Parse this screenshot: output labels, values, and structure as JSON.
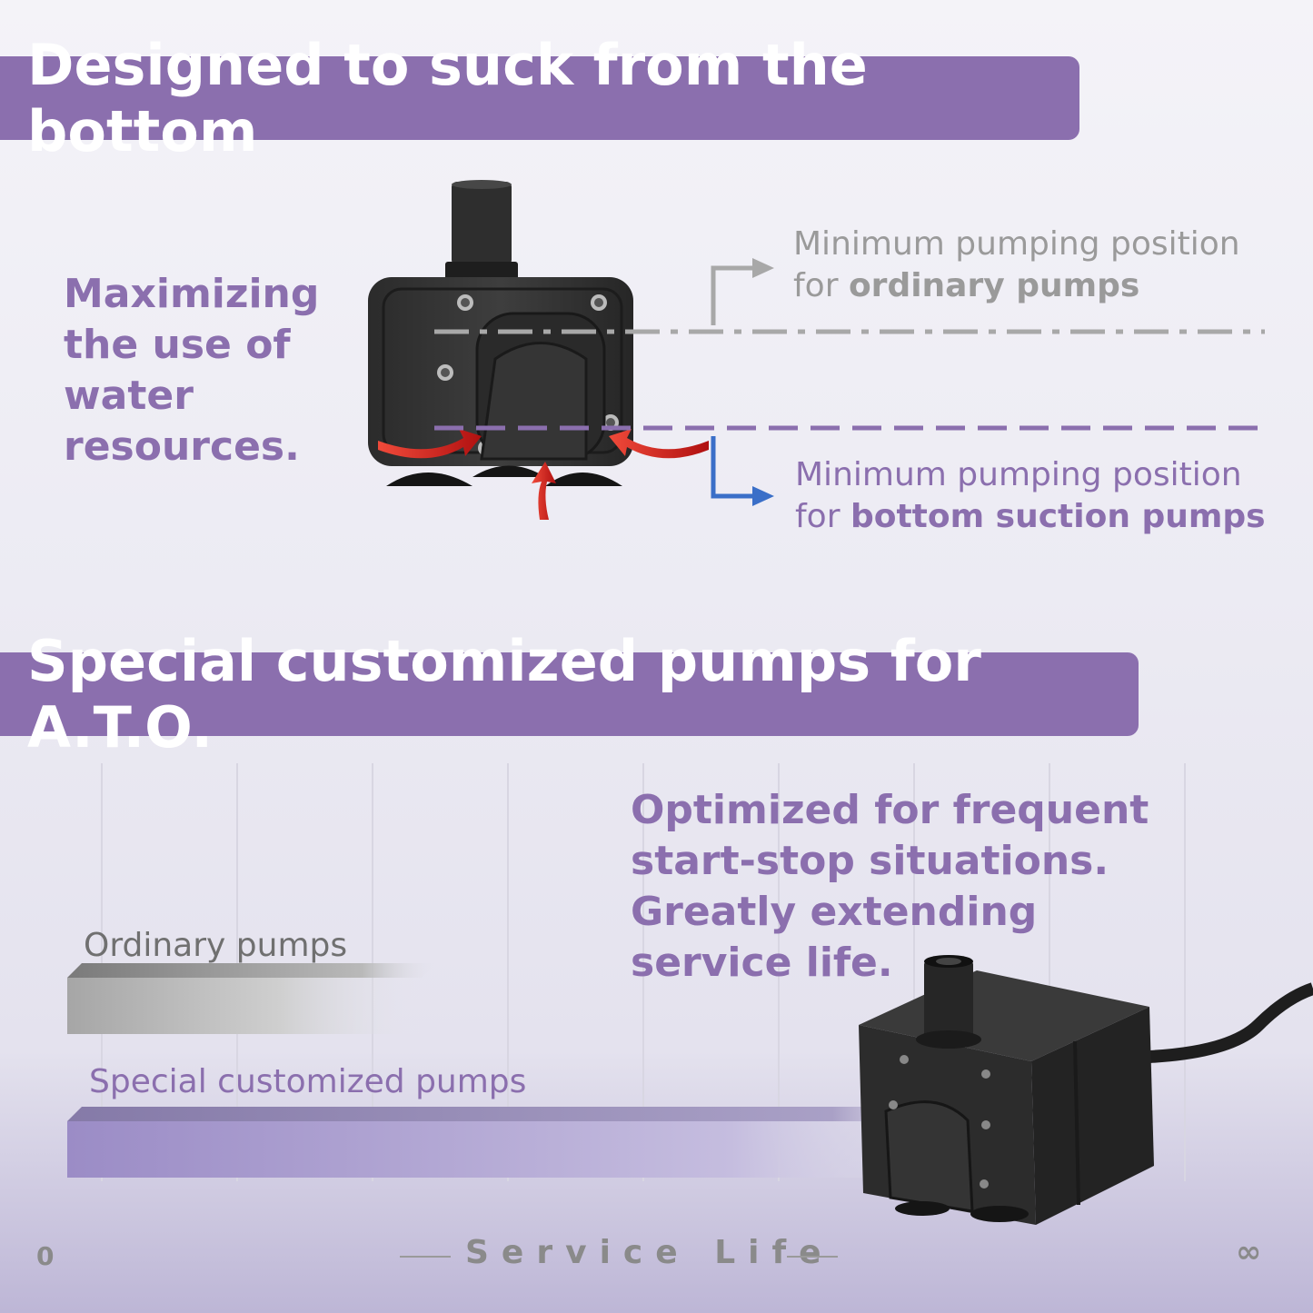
{
  "section1": {
    "title": "Designed to suck from the bottom",
    "side_text": [
      "Maximizing",
      "the use of",
      "water",
      "resources."
    ],
    "ordinary_label": {
      "line1": "Minimum pumping position",
      "line2_prefix": "for ",
      "line2_bold": "ordinary pumps"
    },
    "bottom_label": {
      "line1": "Minimum pumping position",
      "line2_prefix": "for ",
      "line2_bold": "bottom suction pumps"
    }
  },
  "section2": {
    "title": "Special customized pumps for A.T.O.",
    "side_text": [
      "Optimized for frequent",
      "start-stop situations.",
      "Greatly extending",
      "service life."
    ]
  },
  "chart_data": {
    "type": "bar",
    "orientation": "horizontal",
    "categories": [
      "Ordinary pumps",
      "Special customized pumps"
    ],
    "values": [
      0.3,
      0.75
    ],
    "xlabel": "Service  Life",
    "xlim_labels": [
      "0",
      "∞"
    ],
    "grid": true
  },
  "colors": {
    "accent": "#8b6fae",
    "grey_line": "#a8a8a8",
    "arrow_blue": "#3a6fc8",
    "arrow_red": "#d62a26"
  }
}
